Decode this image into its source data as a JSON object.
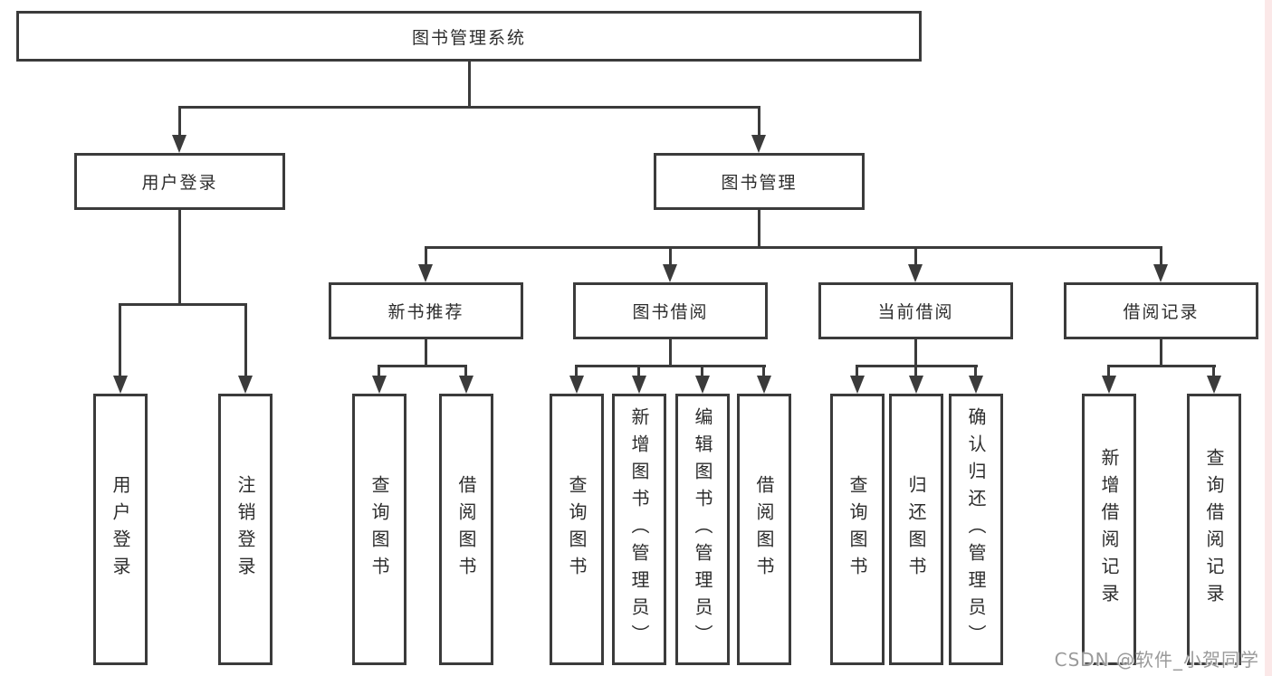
{
  "diagram": {
    "root": {
      "label": "图书管理系统"
    },
    "level2": [
      {
        "label": "用户登录"
      },
      {
        "label": "图书管理"
      }
    ],
    "level3": [
      {
        "label": "新书推荐"
      },
      {
        "label": "图书借阅"
      },
      {
        "label": "当前借阅"
      },
      {
        "label": "借阅记录"
      }
    ],
    "leaves": {
      "login": [
        "用户登录",
        "注销登录"
      ],
      "newbook": [
        "查询图书",
        "借阅图书"
      ],
      "borrow": [
        "查询图书",
        "新增图书（管理员）",
        "编辑图书（管理员）",
        "借阅图书"
      ],
      "current": [
        "查询图书",
        "归还图书",
        "确认归还（管理员）"
      ],
      "records": [
        "新增借阅记录",
        "查询借阅记录"
      ]
    },
    "watermark": "CSDN @软件_小贺同学",
    "colors": {
      "line": "#3b3b3b",
      "box_border": "#3b3b3b",
      "text": "#2d2d2d",
      "watermark": "#9a9a9a",
      "strip": "#fbe8e8"
    }
  }
}
